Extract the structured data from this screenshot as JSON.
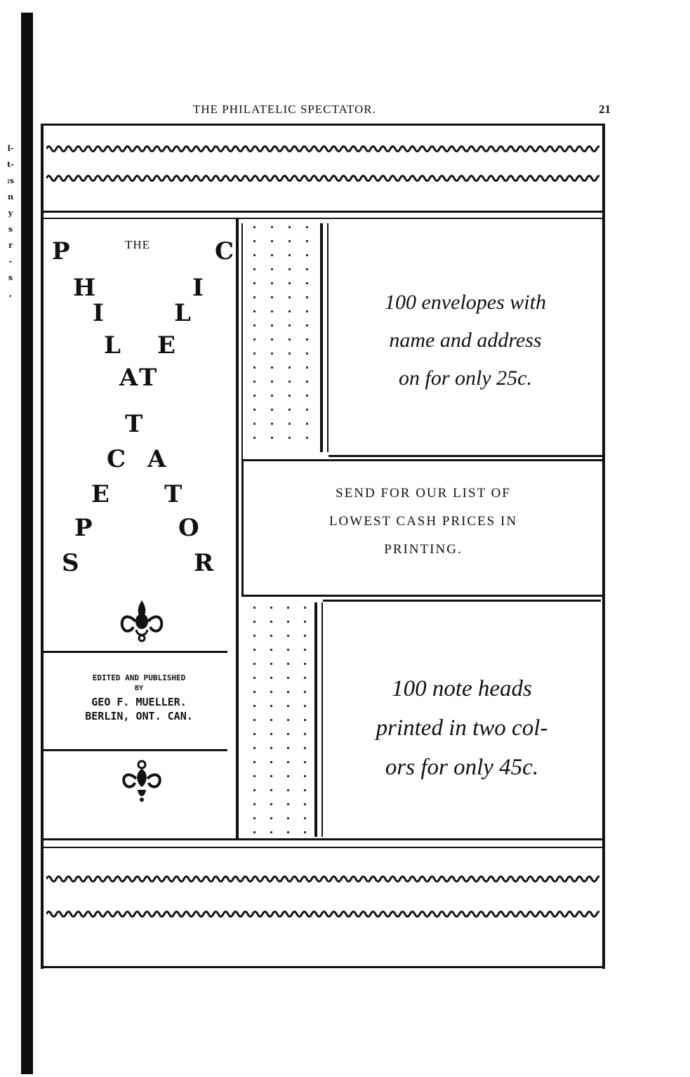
{
  "header": {
    "running_title": "THE PHILATELIC SPECTATOR.",
    "page_number": "21"
  },
  "margin_fragments": [
    "l-",
    "t-",
    ":s",
    "n",
    "y",
    "s",
    "r",
    "-",
    "s",
    ","
  ],
  "masthead": {
    "the": "THE",
    "letters": [
      "P",
      "C",
      "H",
      "I",
      "I",
      "L",
      "L",
      "E",
      "A",
      "T",
      "T",
      "C",
      "A",
      "E",
      "T",
      "P",
      "O",
      "S",
      "R"
    ],
    "credit_line1": "EDITED AND PUBLISHED",
    "credit_line2": "BY",
    "credit_line3": "GEO F. MUELLER.",
    "credit_line4": "BERLIN, ONT. CAN."
  },
  "ads": {
    "envelopes": [
      "100 envelopes with",
      "name and address",
      "on for only 25c."
    ],
    "list": [
      "SEND FOR OUR LIST OF",
      "LOWEST CASH PRICES IN",
      "PRINTING."
    ],
    "noteheads": [
      "100 note heads",
      "printed in two col-",
      "ors for only 45c."
    ]
  }
}
